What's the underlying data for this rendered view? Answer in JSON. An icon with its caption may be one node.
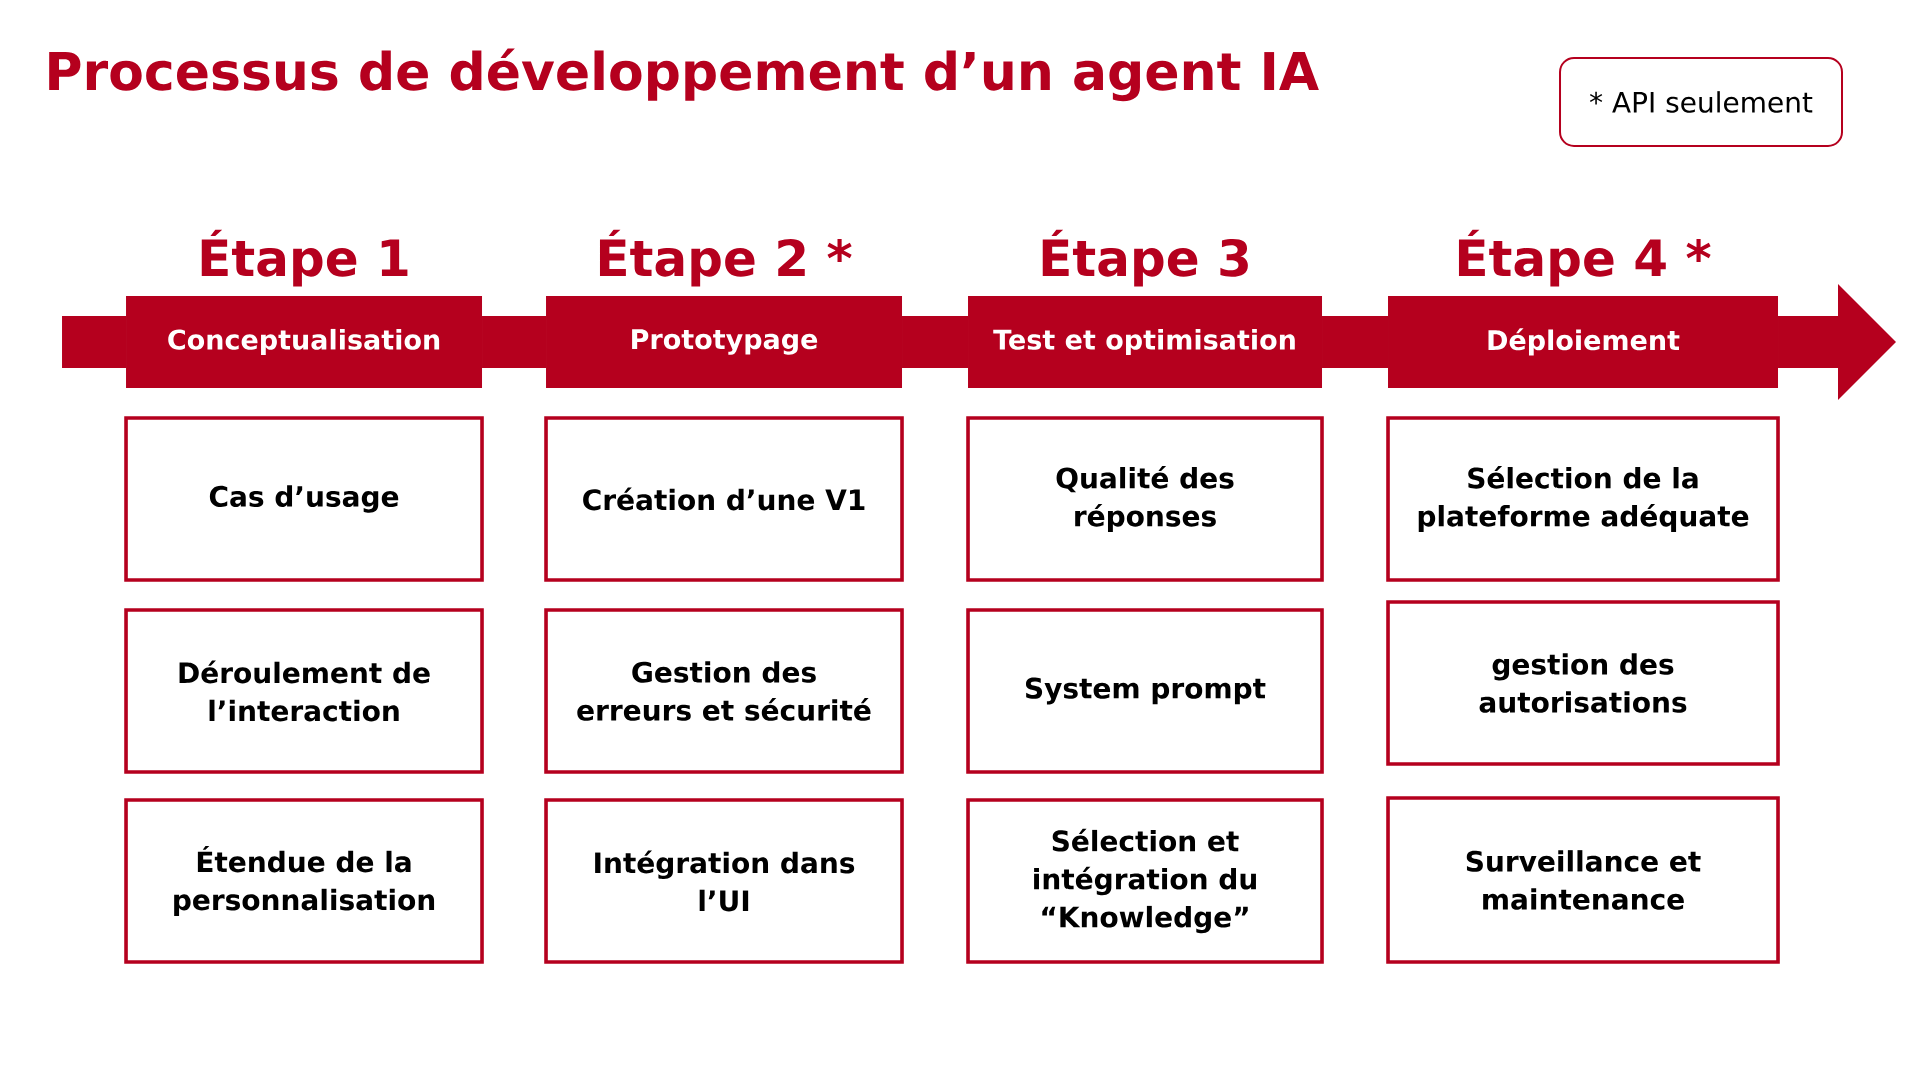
{
  "diagram": {
    "title": "Processus de développement d’un agent IA",
    "nodes": [
      {
        "text": [
          "* API seulement"
        ]
      },
      {
        "text": [
          "Étape 1",
          "Conceptualisation"
        ]
      },
      {
        "text": [
          "Étape 2 *",
          "Prototypage"
        ]
      },
      {
        "text": [
          "Étape 3",
          "Test et optimisation"
        ]
      },
      {
        "text": [
          "Étape 4 *",
          "Déploiement"
        ]
      },
      {
        "text": [
          "Cas d’usage"
        ]
      },
      {
        "text": [
          "Création d’une V1"
        ]
      },
      {
        "text": [
          "Qualité des réponses"
        ]
      },
      {
        "text": [
          "Sélection de la plateforme adéquate"
        ]
      },
      {
        "text": [
          "Déroulement de l’interaction"
        ]
      },
      {
        "text": [
          "Gestion des erreurs et sécurité"
        ]
      },
      {
        "text": [
          "System prompt"
        ]
      },
      {
        "text": [
          "gestion des autorisations"
        ]
      },
      {
        "text": [
          "Étendue de la personnalisation"
        ]
      },
      {
        "text": [
          "Intégration dans l’UI"
        ]
      },
      {
        "text": [
          "Sélection et intégration du “Knowledge”"
        ]
      },
      {
        "text": [
          "Surveillance et maintenance"
        ]
      }
    ],
    "edges": [
      {
        "from": null,
        "to": 1,
        "arrow": "none"
      },
      {
        "from": 1,
        "to": 2,
        "arrow": "none"
      },
      {
        "from": 2,
        "to": 3,
        "arrow": "none"
      },
      {
        "from": 3,
        "to": 4,
        "arrow": "none"
      },
      {
        "from": 4,
        "to": null,
        "arrow": "to"
      }
    ]
  }
}
